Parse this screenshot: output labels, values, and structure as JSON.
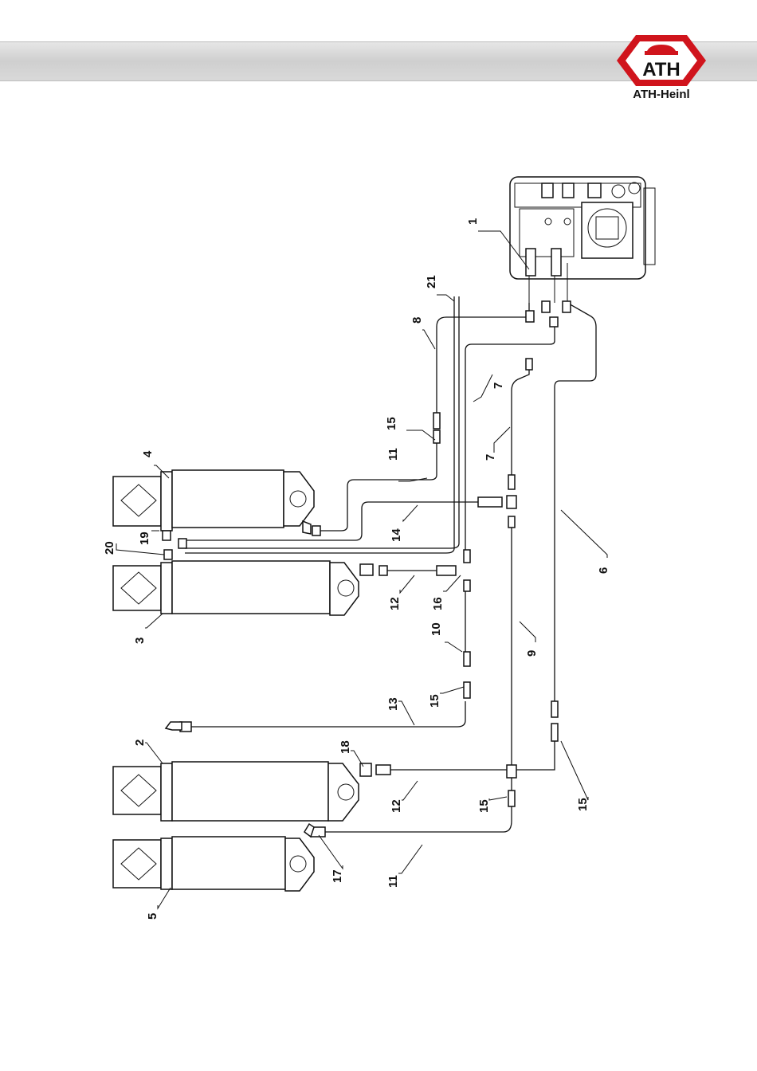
{
  "header": {
    "brand_mark": "ATH",
    "brand_caption": "ATH-Heinl"
  },
  "diagram": {
    "part_labels": [
      {
        "id": "l1",
        "text": "1"
      },
      {
        "id": "l21",
        "text": "21"
      },
      {
        "id": "l8",
        "text": "8"
      },
      {
        "id": "l7a",
        "text": "7"
      },
      {
        "id": "l7b",
        "text": "7"
      },
      {
        "id": "l15a",
        "text": "15"
      },
      {
        "id": "l4",
        "text": "4"
      },
      {
        "id": "l11a",
        "text": "11"
      },
      {
        "id": "l14",
        "text": "14"
      },
      {
        "id": "l19",
        "text": "19"
      },
      {
        "id": "l20",
        "text": "20"
      },
      {
        "id": "l6",
        "text": "6"
      },
      {
        "id": "l12a",
        "text": "12"
      },
      {
        "id": "l16",
        "text": "16"
      },
      {
        "id": "l3",
        "text": "3"
      },
      {
        "id": "l10",
        "text": "10"
      },
      {
        "id": "l9",
        "text": "9"
      },
      {
        "id": "l13",
        "text": "13"
      },
      {
        "id": "l15b",
        "text": "15"
      },
      {
        "id": "l2",
        "text": "2"
      },
      {
        "id": "l18",
        "text": "18"
      },
      {
        "id": "l12b",
        "text": "12"
      },
      {
        "id": "l15c",
        "text": "15"
      },
      {
        "id": "l15d",
        "text": "15"
      },
      {
        "id": "l17",
        "text": "17"
      },
      {
        "id": "l11b",
        "text": "11"
      },
      {
        "id": "l5",
        "text": "5"
      }
    ]
  }
}
